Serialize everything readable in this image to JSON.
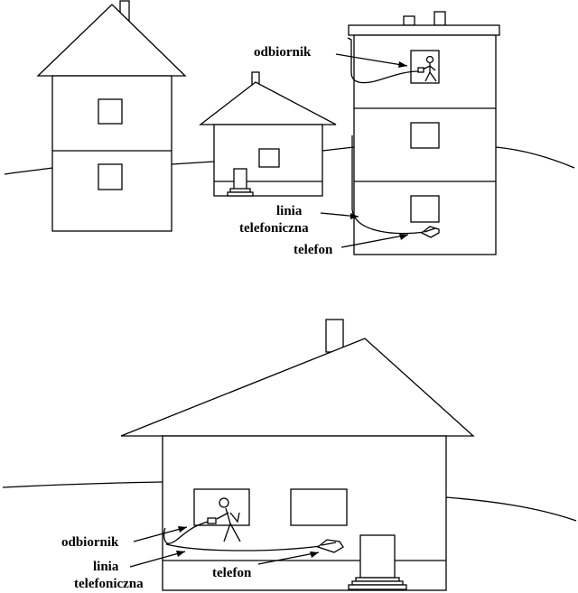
{
  "top_scene": {
    "receiver_label": "odbiornik",
    "line_label_1": "linia",
    "line_label_2": "telefoniczna",
    "phone_label": "telefon"
  },
  "bottom_scene": {
    "receiver_label": "odbiornik",
    "line_label_1": "linia",
    "line_label_2": "telefoniczna",
    "phone_label": "telefon"
  }
}
